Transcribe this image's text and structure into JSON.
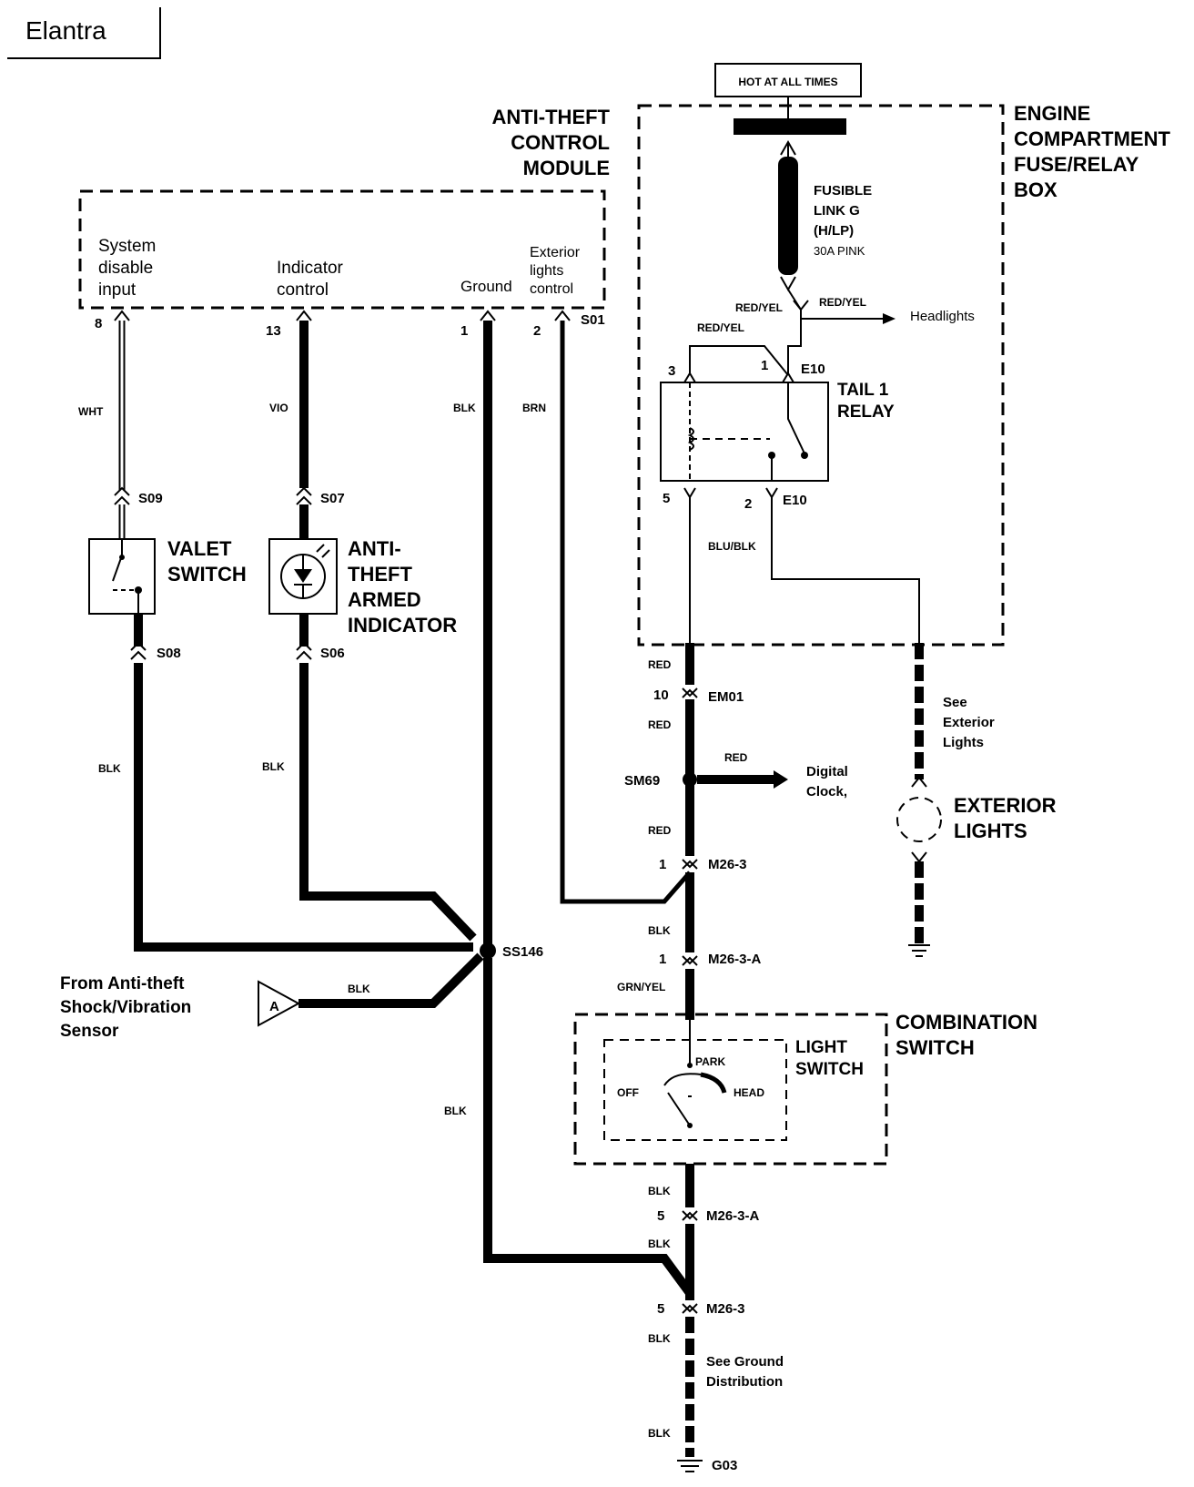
{
  "title": "Elantra",
  "power": "HOT AT ALL TIMES",
  "modules": {
    "atcm": {
      "line1": "ANTI-THEFT",
      "line2": "CONTROL",
      "line3": "MODULE"
    },
    "fuse_box": {
      "line1": "ENGINE",
      "line2": "COMPARTMENT",
      "line3": "FUSE/RELAY",
      "line4": "BOX"
    },
    "combination": {
      "line1": "COMBINATION",
      "line2": "SWITCH"
    },
    "light_switch": {
      "line1": "LIGHT",
      "line2": "SWITCH"
    }
  },
  "pins": {
    "sys_disable": {
      "line1": "System",
      "line2": "disable",
      "line3": "input",
      "pin": "8"
    },
    "indicator": {
      "line1": "Indicator",
      "line2": "control",
      "pin": "13"
    },
    "ground": {
      "label": "Ground",
      "pin": "1"
    },
    "ext_lights": {
      "line1": "Exterior",
      "line2": "lights",
      "line3": "control",
      "pin": "2",
      "connector": "S01"
    }
  },
  "fusible": {
    "line1": "FUSIBLE",
    "line2": "LINK G",
    "line3": "(H/LP)",
    "line4": "30A PINK"
  },
  "relay": {
    "line1": "TAIL 1",
    "line2": "RELAY",
    "pin3": "3",
    "pin1": "1",
    "pin5": "5",
    "pin2": "2",
    "conn_top": "E10",
    "conn_bot": "E10"
  },
  "wires": {
    "wht": "WHT",
    "vio": "VIO",
    "blk": "BLK",
    "brn": "BRN",
    "red_yel": "RED/YEL",
    "blu_blk": "BLU/BLK",
    "red": "RED",
    "grn_yel": "GRN/YEL"
  },
  "headlights": "Headlights",
  "components": {
    "valet": {
      "line1": "VALET",
      "line2": "SWITCH"
    },
    "indicator": {
      "line1": "ANTI-",
      "line2": "THEFT",
      "line3": "ARMED",
      "line4": "INDICATOR"
    },
    "ext_lights": {
      "line1": "EXTERIOR",
      "line2": "LIGHTS"
    },
    "see_ext": {
      "line1": "See",
      "line2": "Exterior",
      "line3": "Lights"
    },
    "digital_clock": {
      "line1": "Digital",
      "line2": "Clock,"
    },
    "sensor": {
      "line1": "From Anti-theft",
      "line2": "Shock/Vibration",
      "line3": "Sensor",
      "marker": "A"
    },
    "see_ground": {
      "line1": "See Ground",
      "line2": "Distribution"
    }
  },
  "switch_positions": {
    "park": "PARK",
    "off": "OFF",
    "head": "HEAD"
  },
  "connectors": {
    "s09": "S09",
    "s07": "S07",
    "s08": "S08",
    "s06": "S06",
    "em01": "EM01",
    "em01_pin": "10",
    "sm69": "SM69",
    "m26_3_top": "M26-3",
    "m26_3_top_pin": "1",
    "m26_3a_top": "M26-3-A",
    "m26_3a_top_pin": "1",
    "m26_3a_bot": "M26-3-A",
    "m26_3a_bot_pin": "5",
    "m26_3_bot": "M26-3",
    "m26_3_bot_pin": "5",
    "ss146": "SS146",
    "g03": "G03"
  }
}
